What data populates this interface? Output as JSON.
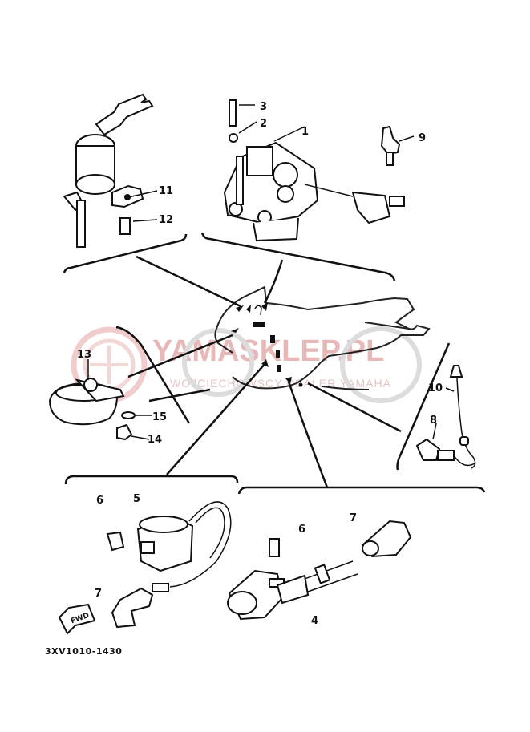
{
  "watermark": {
    "brand": "YAMASKLEP.PL",
    "tagline": "WOJCIECHOWSCY DEALER YAMAHA"
  },
  "callouts": [
    "1",
    "2",
    "3",
    "4",
    "5",
    "6",
    "6",
    "7",
    "7",
    "8",
    "9",
    "10",
    "11",
    "12",
    "13",
    "14",
    "15"
  ],
  "diagram_code": "3XV1010-1430",
  "fwd_label": "FWD",
  "icons": {
    "logo": "yamaha-tuning-fork-logo-watermark",
    "fwd": "forward-direction-arrow-icon"
  },
  "colors": {
    "line": "#111111",
    "watermark": "#e7b8b8"
  }
}
